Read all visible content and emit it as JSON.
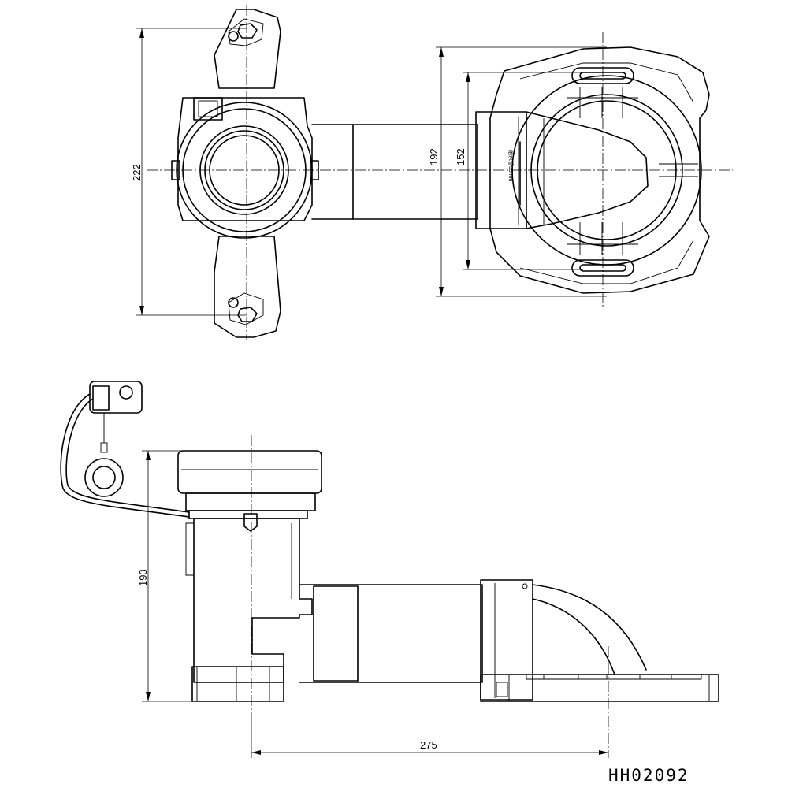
{
  "drawing": {
    "model_code": "HH02092",
    "top_view": {
      "dimensions": {
        "overall_width": "222",
        "outlet_outer": "192",
        "outlet_inner": "152"
      },
      "outlet_marking": "給水管35mm"
    },
    "side_view": {
      "dimensions": {
        "height": "193",
        "offset_length": "275"
      }
    }
  }
}
